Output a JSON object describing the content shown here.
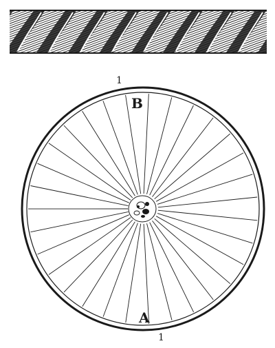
{
  "labels": {
    "top_letter": "B",
    "bottom_letter": "A",
    "top_number": "1",
    "bottom_number": "1"
  },
  "figure": {
    "spoke_count": 31,
    "ink_color": "#1a1a1a",
    "paper_color": "#ffffff"
  }
}
